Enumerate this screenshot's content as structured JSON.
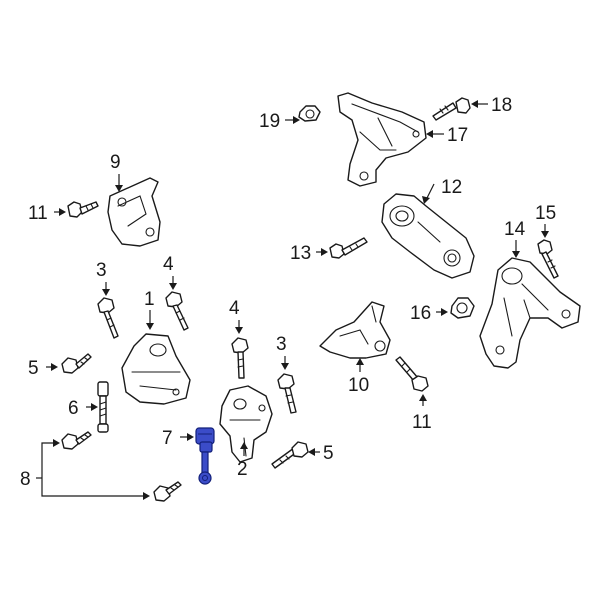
{
  "callouts": {
    "c1": "1",
    "c2": "2",
    "c3a": "3",
    "c3b": "3",
    "c4a": "4",
    "c4b": "4",
    "c5a": "5",
    "c5b": "5",
    "c6": "6",
    "c7": "7",
    "c8": "8",
    "c9": "9",
    "c10": "10",
    "c11a": "11",
    "c11b": "11",
    "c12": "12",
    "c13": "13",
    "c14": "14",
    "c15": "15",
    "c16": "16",
    "c17": "17",
    "c18": "18",
    "c19": "19"
  },
  "colors": {
    "line": "#1a1a1a",
    "highlight": "#3b4cc8",
    "background": "#ffffff"
  },
  "highlighted_part": "7"
}
